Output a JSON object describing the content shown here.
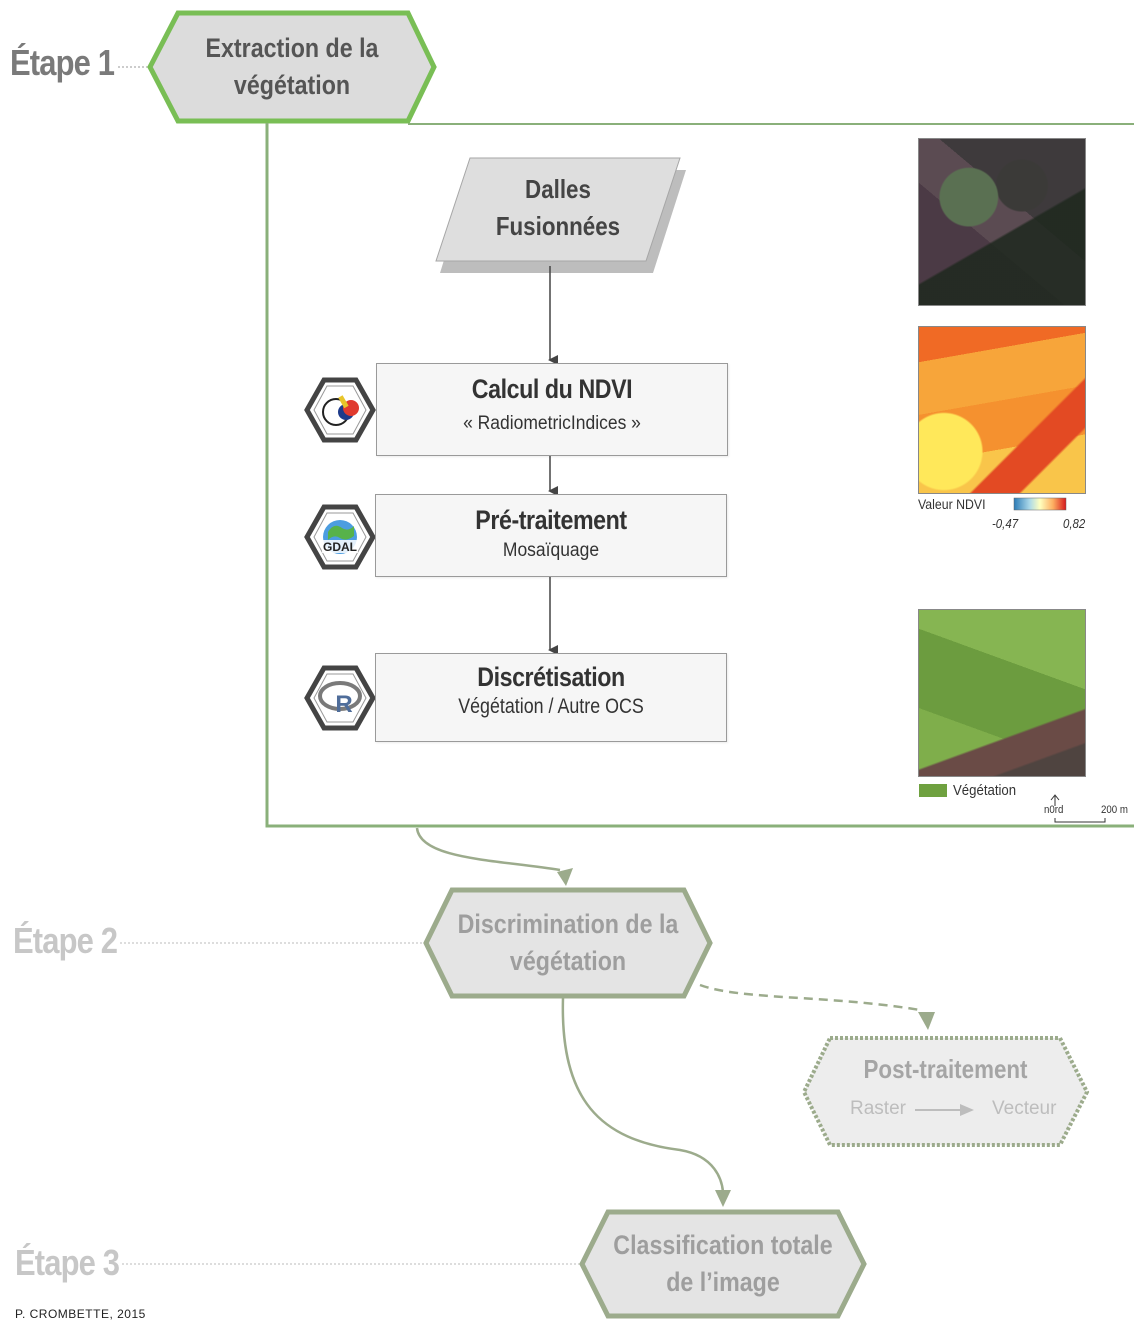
{
  "steps": [
    {
      "label": "Étape 1",
      "title_lines": [
        "Extraction de la",
        "végétation"
      ]
    },
    {
      "label": "Étape 2",
      "title_lines": [
        "Discrimination de la",
        "végétation"
      ]
    },
    {
      "label": "Étape 3",
      "title_lines": [
        "Classification totale",
        "de l’image"
      ]
    }
  ],
  "input_node": {
    "lines": [
      "Dalles",
      "Fusionnées"
    ]
  },
  "process_boxes": [
    {
      "title": "Calcul du NDVI",
      "subtitle": "« RadiometricIndices »",
      "tool": "otb-icon"
    },
    {
      "title": "Pré-traitement",
      "subtitle": "Mosaïquage",
      "tool": "gdal-icon",
      "tool_text": "GDAL"
    },
    {
      "title": "Discrétisation",
      "subtitle": "Végétation / Autre OCS",
      "tool": "r-icon",
      "tool_text": "R"
    }
  ],
  "post_processing": {
    "title": "Post-traitement",
    "from": "Raster",
    "to": "Vecteur"
  },
  "ndvi_legend": {
    "label": "Valeur NDVI",
    "min": "-0,47",
    "max": "0,82"
  },
  "vegetation_legend": {
    "label": "Végétation",
    "color": "#6fa140"
  },
  "map_furniture": {
    "north": "n0rd",
    "scale": "200 m"
  },
  "credit": "P. CROMBETTE, 2015",
  "colors": {
    "active_green": "#79be55",
    "muted_green": "#9cab8c",
    "frame_green": "#8ab07a",
    "step1_text": "#7a7a7a",
    "step_muted_text": "#c7c7c7",
    "hex_fill": "#e4e4e4"
  }
}
